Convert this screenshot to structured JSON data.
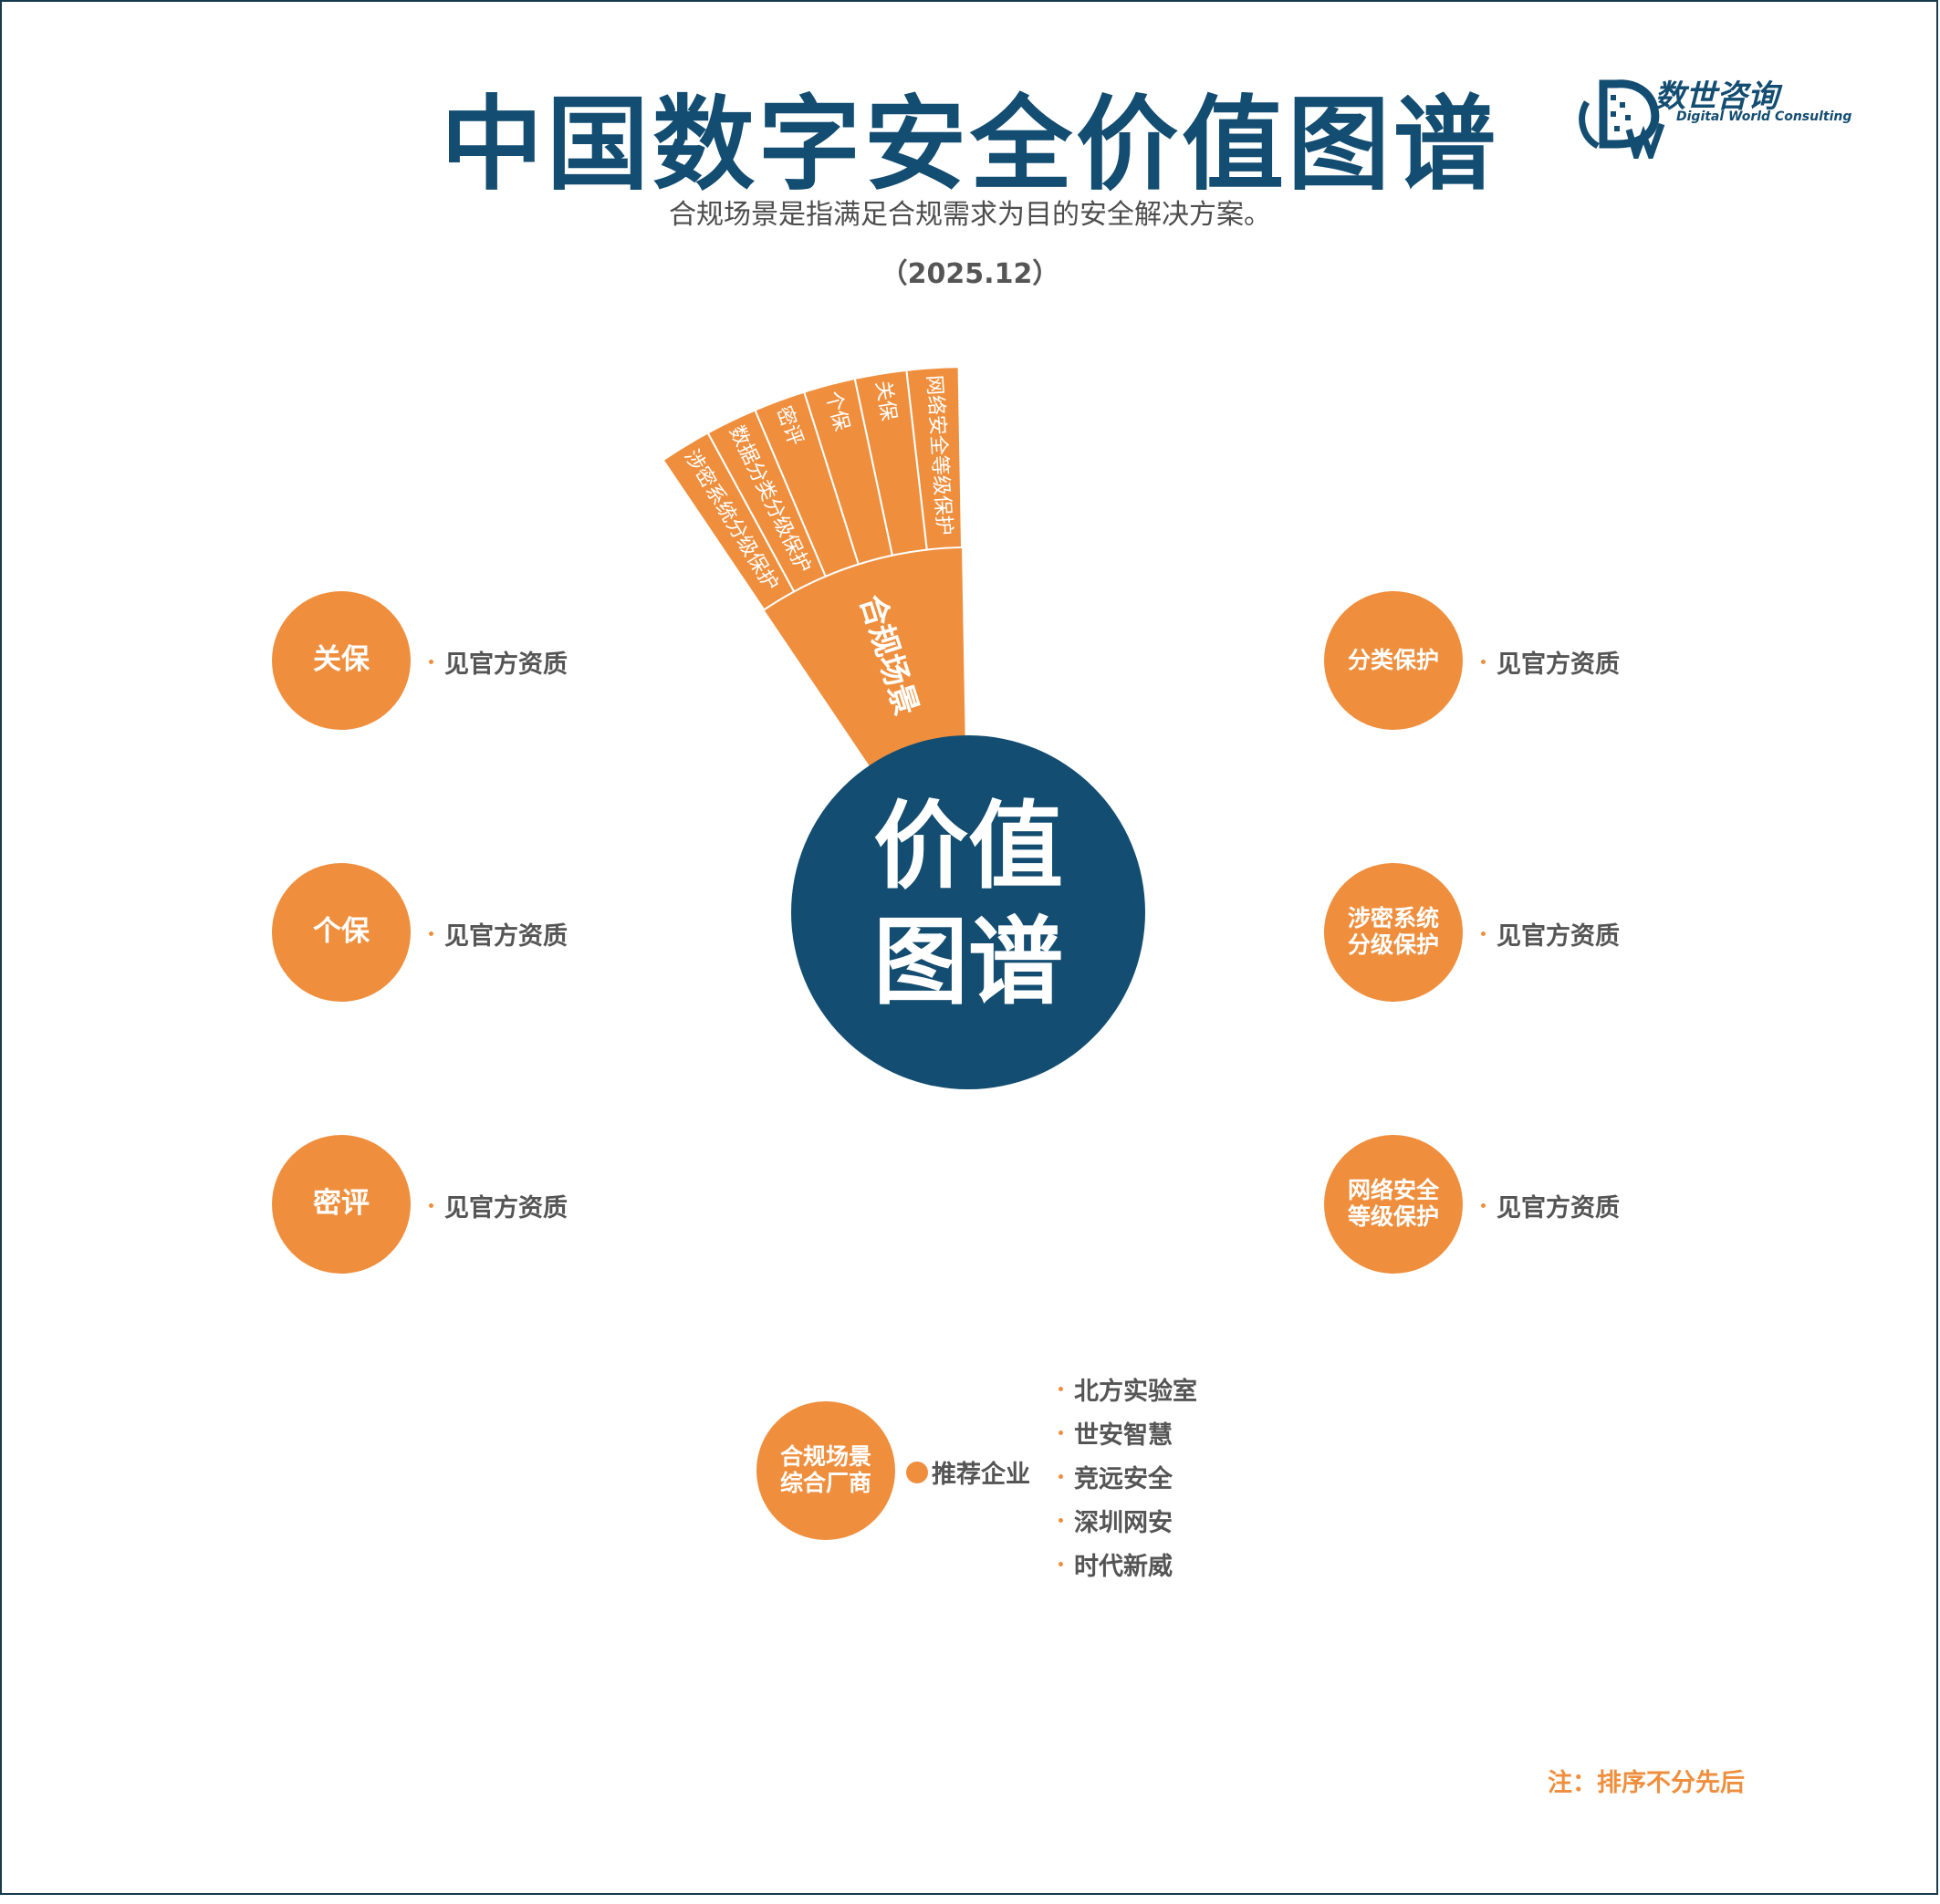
{
  "header": {
    "title": "中国数字安全价值图谱",
    "subtitle": "合规场景是指满足合规需求为目的安全解决方案。",
    "date": "（2025.12）"
  },
  "logo": {
    "brand_cn": "数世咨询",
    "brand_en": "Digital World Consulting",
    "mark": "DW"
  },
  "center": {
    "line1": "价值",
    "line2": "图谱"
  },
  "fan": {
    "root_label": "合规场景",
    "segments": [
      "网络安全等级保护",
      "关保",
      "个保",
      "密评",
      "数据分类分级保护",
      "涉密系统分级保护"
    ]
  },
  "left_nodes": [
    {
      "label": "关保",
      "note": "见官方资质"
    },
    {
      "label": "个保",
      "note": "见官方资质"
    },
    {
      "label": "密评",
      "note": "见官方资质"
    }
  ],
  "right_nodes": [
    {
      "label": "分类保护",
      "note": "见官方资质"
    },
    {
      "label": "涉密系统分级保护",
      "note": "见官方资质"
    },
    {
      "label": "网络安全等级保护",
      "note": "见官方资质"
    }
  ],
  "vendor": {
    "label": "合规场景综合厂商",
    "recommend_label": "推荐企业",
    "companies": [
      "北方实验室",
      "世安智慧",
      "竞远安全",
      "深圳网安",
      "时代新威"
    ]
  },
  "footnote": "注：排序不分先后",
  "colors": {
    "navy": "#134d71",
    "orange": "#ef8f3e",
    "text_gray": "#555555"
  }
}
